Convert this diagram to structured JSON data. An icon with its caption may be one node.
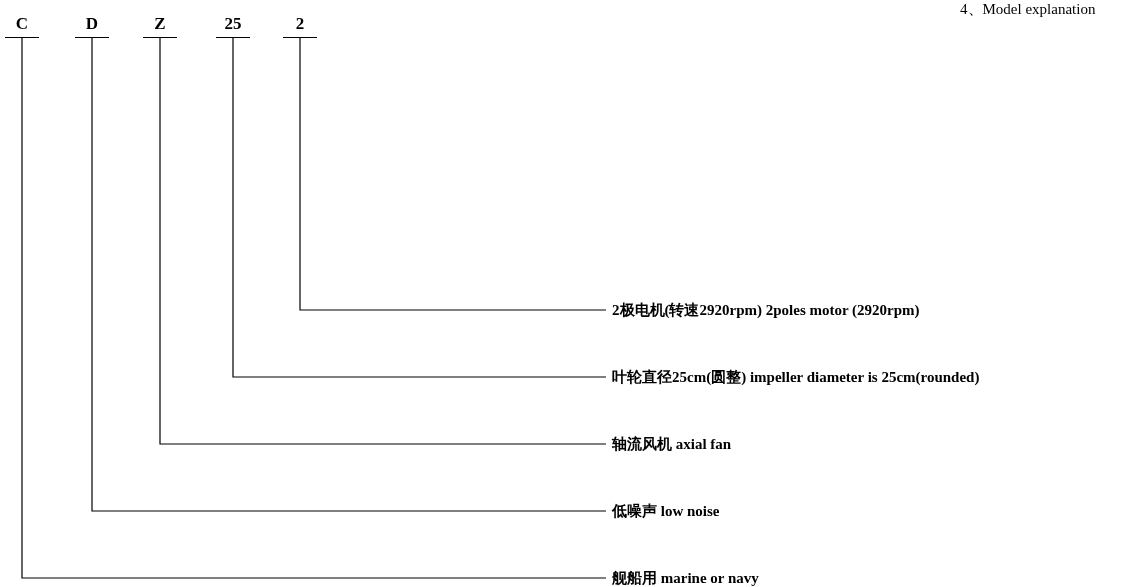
{
  "diagram": {
    "title": "4、Model explanation",
    "nodes": [
      {
        "text": [
          "C"
        ]
      },
      {
        "text": [
          "D"
        ]
      },
      {
        "text": [
          "Z"
        ]
      },
      {
        "text": [
          "25"
        ]
      },
      {
        "text": [
          "2"
        ]
      },
      {
        "text": [
          "2极电机(转速2920rpm) 2poles motor (2920rpm)"
        ]
      },
      {
        "text": [
          "叶轮直径25cm(圆整) impeller diameter is 25cm(rounded)"
        ]
      },
      {
        "text": [
          "轴流风机 axial fan"
        ]
      },
      {
        "text": [
          "低噪声 low noise"
        ]
      },
      {
        "text": [
          "舰船用 marine or navy"
        ]
      }
    ],
    "edges": [
      {
        "from": 4,
        "to": 5,
        "arrow": "none"
      },
      {
        "from": 3,
        "to": 6,
        "arrow": "none"
      },
      {
        "from": 2,
        "to": 7,
        "arrow": "none"
      },
      {
        "from": 1,
        "to": 8,
        "arrow": "none"
      },
      {
        "from": 0,
        "to": 9,
        "arrow": "none"
      }
    ]
  }
}
